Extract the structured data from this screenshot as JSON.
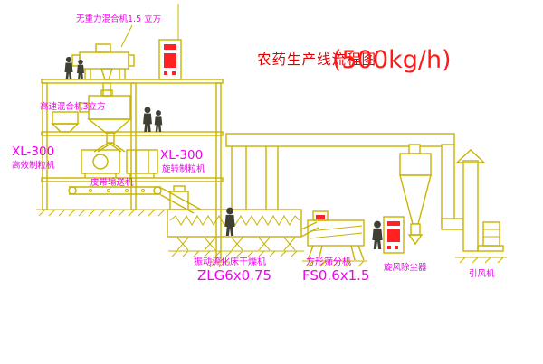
{
  "title": {
    "name": "农药生产线流程图",
    "capacity": "(500kg/h)"
  },
  "equipment": {
    "gravity_mixer": {
      "label": "无重力混合机1.5 立方"
    },
    "high_speed_mixer": {
      "label": "高速混合机3立方"
    },
    "granulator_left": {
      "model": "XL-300",
      "name": "高效制粒机"
    },
    "granulator_right": {
      "model": "XL-300",
      "name": "旋转制粒机"
    },
    "belt_conveyor": {
      "label": "皮带输送机"
    },
    "fluid_bed_dryer": {
      "name": "振动流化床干燥机",
      "model": "ZLG6x0.75"
    },
    "square_sieve": {
      "name": "方形筛分机",
      "model": "FS0.6x1.5"
    },
    "cyclone": {
      "label": "旋风除尘器"
    },
    "induced_draft_fan": {
      "label": "引风机"
    }
  },
  "colors": {
    "drawing_line": "#c9b400",
    "label_text": "#f000f0",
    "title_text": "#e00000",
    "capacity_text": "#ff1a1a",
    "panel_red": "#ff2222",
    "background": "#ffffff"
  }
}
